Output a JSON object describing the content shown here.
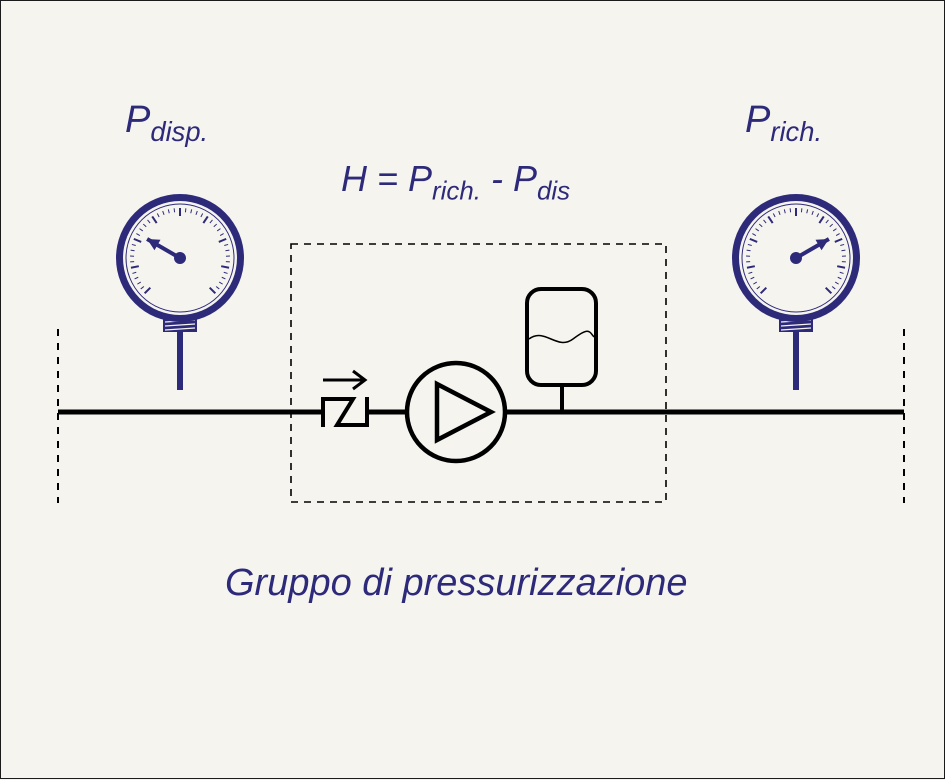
{
  "labels": {
    "p_left": {
      "main": "P",
      "sub": "disp."
    },
    "p_right": {
      "main": "P",
      "sub": "rich."
    },
    "formula": {
      "lhs": "H = P",
      "sub1": "rich.",
      "mid": " - P",
      "sub2": "dis"
    },
    "caption": "Gruppo di pressurizzazione"
  },
  "gauges": {
    "left": {
      "needle_deg": 210,
      "needle_comment_unused": null
    },
    "right": {
      "needle_deg": 330
    }
  },
  "colors": {
    "ink": "#000000",
    "accent": "#2e2a7a",
    "background": "#f5f4ef"
  }
}
